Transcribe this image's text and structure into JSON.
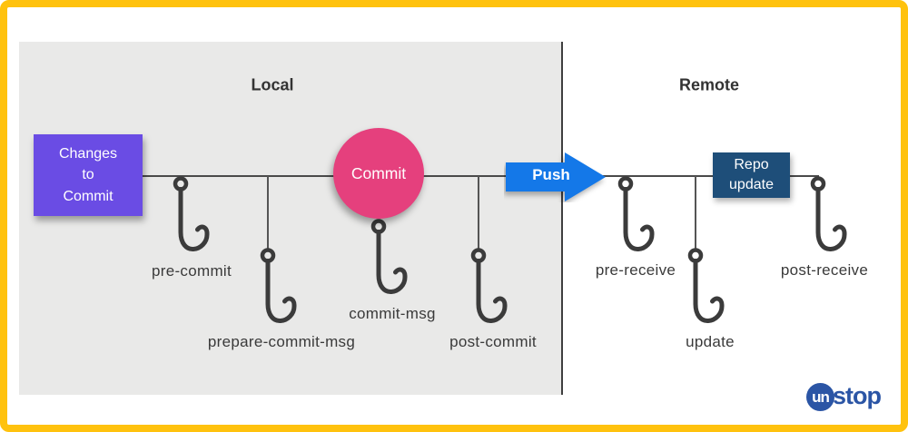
{
  "diagram": {
    "sections": [
      {
        "label": "Local"
      },
      {
        "label": "Remote"
      }
    ],
    "nodes": {
      "changes_box": {
        "lines": [
          "Changes",
          "to",
          "Commit"
        ]
      },
      "commit_circle": {
        "label": "Commit"
      },
      "push_arrow": {
        "label": "Push"
      },
      "repo_update_box": {
        "lines": [
          "Repo",
          "update"
        ]
      }
    },
    "hooks": {
      "local": [
        {
          "label": "pre-commit"
        },
        {
          "label": "prepare-commit-msg"
        },
        {
          "label": "commit-msg"
        },
        {
          "label": "post-commit"
        }
      ],
      "remote": [
        {
          "label": "pre-receive"
        },
        {
          "label": "update"
        },
        {
          "label": "post-receive"
        }
      ]
    }
  },
  "logo": {
    "prefix": "un",
    "suffix": "stop"
  },
  "colors": {
    "border_yellow": "#FFC20E",
    "local_panel_gray": "#E9E9E8",
    "changes_box_purple": "#6A4CE4",
    "commit_circle_pink": "#E5407D",
    "push_arrow_blue": "#1478E8",
    "repo_update_navy": "#1E4E79",
    "logo_blue": "#2B55A5",
    "line_gray": "#4A4A4A",
    "hook_dark": "#3B3B3B"
  }
}
